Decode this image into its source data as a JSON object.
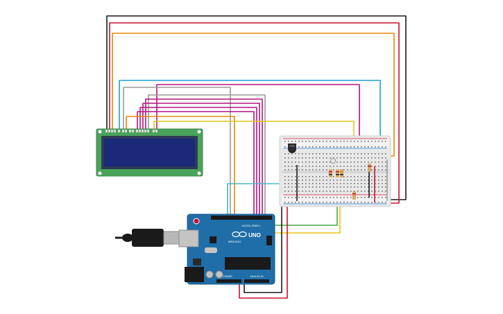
{
  "colors": {
    "background": "#ffffff",
    "wire_black": "#1a1a1a",
    "wire_red": "#c8102e",
    "wire_orange": "#e08a00",
    "wire_cyan": "#1e9ed6",
    "wire_magenta": "#b5127e",
    "wire_gray": "#9a9a9a",
    "wire_yellow": "#e6c619",
    "wire_green": "#4aa843",
    "wire_teal": "#43b7c9",
    "lcd_pcb": "#4aa35a",
    "lcd_screen": "#1a2a78",
    "arduino_board": "#1f6ea8",
    "breadboard": "#e8e8e8"
  },
  "components": {
    "lcd": "16x2 LCD display",
    "arduino": "Arduino Uno",
    "breadboard": "Breadboard",
    "sensor": "Temperature sensor",
    "usb_cable": "USB cable"
  },
  "arduino_labels": {
    "brand": "ARDUINO",
    "model": "UNO",
    "power": "POWER",
    "analog": "ANALOG IN",
    "digital": "DIGITAL (PWM~)"
  }
}
